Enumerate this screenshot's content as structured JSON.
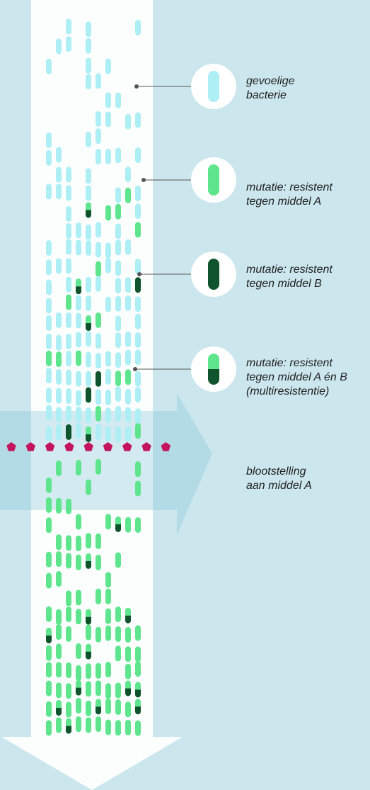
{
  "colors": {
    "background": "#cbe6ed",
    "column": "#ffffff",
    "horizontal_arrow": "#b3dbe6",
    "sensitive": "#aeeef5",
    "resistant_a": "#5ee58e",
    "resistant_b": "#10542d",
    "drug_a": "#c4145e",
    "leader_line": "#555555"
  },
  "legend": [
    {
      "id": "sensitive",
      "label": "gevoelige\nbacterie",
      "icon": "bacterium-sensitive-icon"
    },
    {
      "id": "resistant_a",
      "label": "mutatie: resistent\ntegen middel A",
      "icon": "bacterium-resistant-a-icon"
    },
    {
      "id": "resistant_b",
      "label": "mutatie: resistent\ntegen middel B",
      "icon": "bacterium-resistant-b-icon"
    },
    {
      "id": "multiresistant",
      "label": "mutatie: resistent\ntegen middel A én B\n(multiresistentie)",
      "icon": "bacterium-multiresistant-icon"
    }
  ],
  "exposure": {
    "label": "blootstelling\naan middel A",
    "marker_count": 9
  },
  "population": {
    "before_exposure": {
      "sensitive_share": 0.78,
      "resistant_a_share": 0.12,
      "resistant_b_share": 0.06,
      "multiresistant_share": 0.04
    },
    "after_exposure": {
      "sensitive_share": 0,
      "resistant_a_share": 0.86,
      "resistant_b_share": 0,
      "multiresistant_share": 0.14
    }
  }
}
